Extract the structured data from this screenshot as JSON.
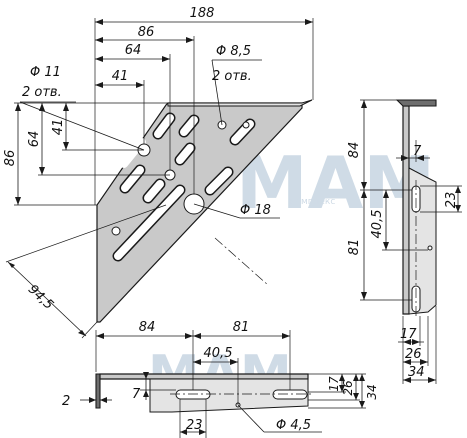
{
  "watermark": {
    "text": "MAM",
    "subtext": "комплекс"
  },
  "dimensions": {
    "front": {
      "overall_width": "188",
      "width_86": "86",
      "width_64": "64",
      "width_41": "41",
      "height_86": "86",
      "height_64": "64",
      "height_41": "41",
      "diagonal": "94,5",
      "hole_11": "Φ 11",
      "hole_11_count": "2 отв.",
      "hole_8_5": "Φ 8,5",
      "hole_8_5_count": "2 отв.",
      "hole_18": "Φ 18"
    },
    "side": {
      "top_7": "7",
      "height_84": "84",
      "height_23": "23",
      "height_40_5": "40,5",
      "height_81": "81",
      "bottom_17": "17",
      "bottom_26": "26",
      "bottom_34": "34"
    },
    "bottom": {
      "length_84": "84",
      "length_81": "81",
      "length_40_5": "40,5",
      "thickness_2": "2",
      "offset_7": "7",
      "width_23": "23",
      "hole_4_5": "Φ 4,5",
      "height_17": "17",
      "height_26": "26",
      "height_34": "34"
    }
  }
}
